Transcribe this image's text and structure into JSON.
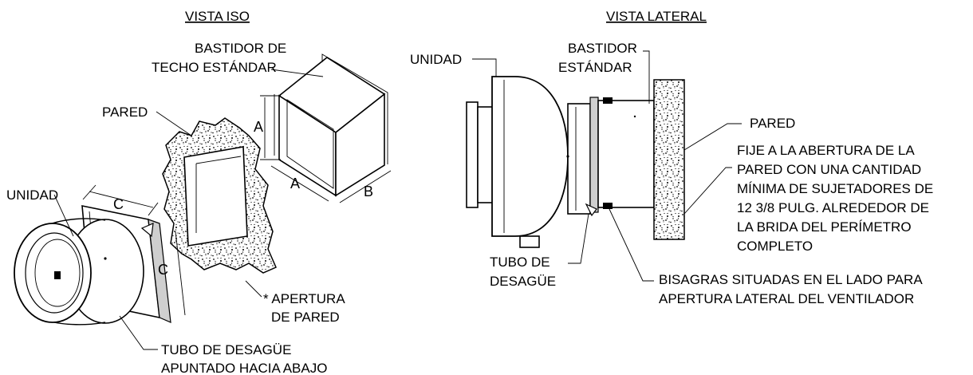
{
  "iso_view": {
    "title": "VISTA ISO",
    "labels": {
      "curb_line1": "BASTIDOR DE",
      "curb_line2": "TECHO ESTÁNDAR",
      "wall": "PARED",
      "unit": "UNIDAD",
      "opening_line1": "* APERTURA",
      "opening_line2": "DE PARED",
      "drain_line1": "TUBO DE DESAGÜE",
      "drain_line2": "APUNTADO HACIA ABAJO"
    },
    "dimensions": {
      "a_vertical": "A",
      "a_horizontal": "A",
      "b": "B",
      "c_top": "C",
      "c_side": "C"
    }
  },
  "side_view": {
    "title": "VISTA LATERAL",
    "labels": {
      "unit": "UNIDAD",
      "curb_line1": "BASTIDOR",
      "curb_line2": "ESTÁNDAR",
      "wall": "PARED",
      "drain_line1": "TUBO DE",
      "drain_line2": "DESAGÜE"
    },
    "note_lines": [
      "FIJE A LA ABERTURA DE LA",
      "PARED CON UNA CANTIDAD",
      "MÍNIMA DE SUJETADORES DE",
      "12 3/8 PULG. ALREDEDOR DE",
      "LA BRIDA DEL PERÍMETRO",
      "COMPLETO"
    ],
    "hinge_lines": [
      "BISAGRAS SITUADAS EN EL LADO PARA",
      "APERTURA LATERAL DEL VENTILADOR"
    ]
  }
}
